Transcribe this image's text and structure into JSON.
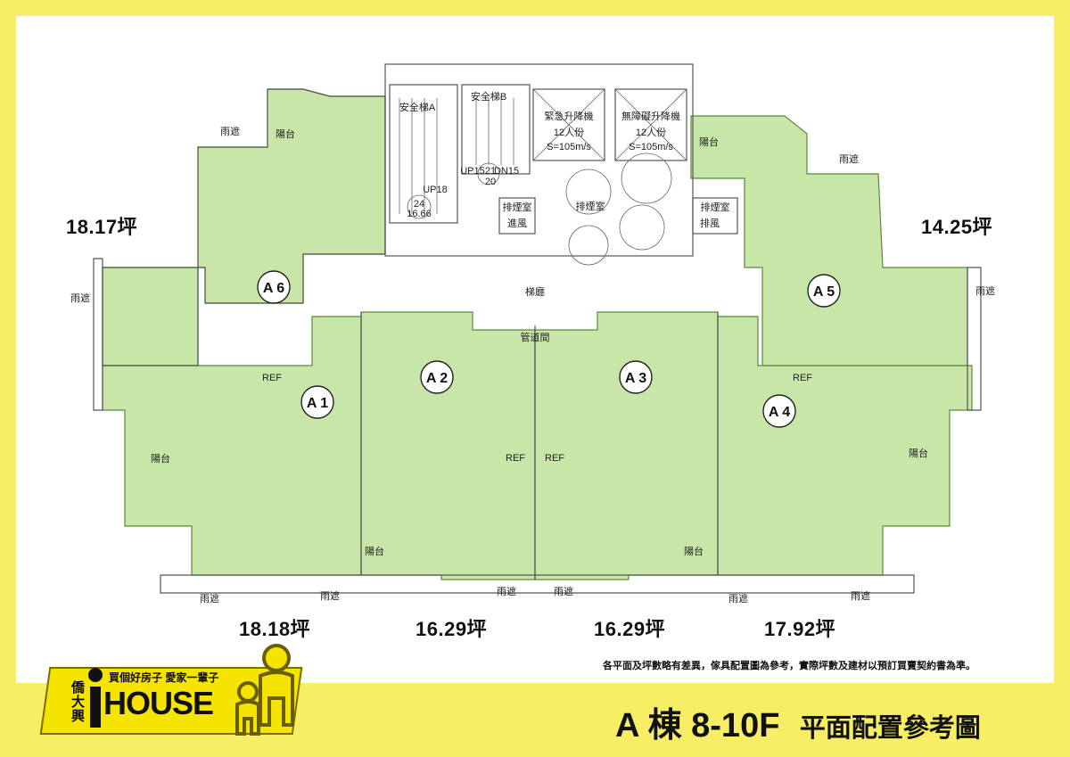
{
  "areas": {
    "a6": "18.17坪",
    "a5": "14.25坪",
    "a1": "18.18坪",
    "a2": "16.29坪",
    "a3": "16.29坪",
    "a4": "17.92坪"
  },
  "units": {
    "a1": "A 1",
    "a2": "A 2",
    "a3": "A 3",
    "a4": "A 4",
    "a5": "A 5",
    "a6": "A 6"
  },
  "rooms": {
    "canopy": "雨遮",
    "balcony": "陽台",
    "stair_a": "安全梯A",
    "stair_b": "安全梯B",
    "emergency_elevator": "緊急升降機",
    "accessible_elevator": "無障礙升降機",
    "elevator_capacity": "12人份",
    "elevator_speed": "S=105m/s",
    "smoke_room": "排煙室",
    "smoke_exhaust": "排煙室",
    "smoke_intake": "進風",
    "smoke_outlet": "排風",
    "hall": "梯廳",
    "shaft": "管道間",
    "stair_a_steps": "24",
    "stair_a_height": "16.66",
    "stair_up18": "UP18",
    "stair_up15": "UP15",
    "stair_dn15": "DN15",
    "stair_b_num": "21",
    "stair_b_num2": "20",
    "ref": "REF"
  },
  "disclaimer": "各平面及坪數略有差異，傢具配置圖為參考，實際坪數及建材以預訂買賣契約書為準。",
  "title": {
    "building": "A 棟 8-10F",
    "subtitle": "平面配置參考圖"
  },
  "logo": {
    "brand": "僑大興",
    "house": "HOUSE",
    "slogan": "買個好房子 愛家一輩子"
  },
  "colors": {
    "frame": "#f7ee66",
    "unit_fill": "#c8e6a8",
    "wall": "#555555"
  }
}
